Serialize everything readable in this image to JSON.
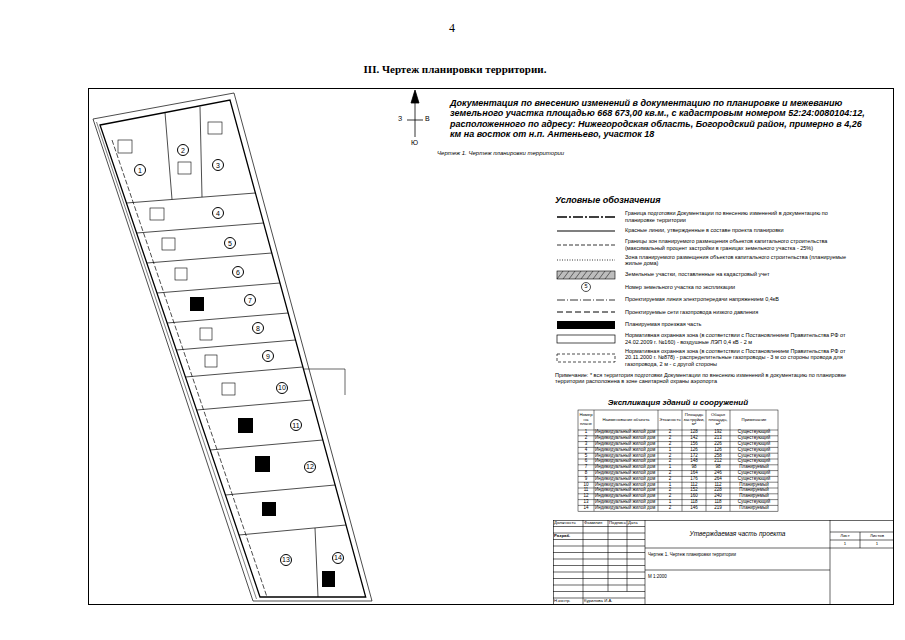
{
  "diagram": {
    "title": "III. Чертеж планировки территории.",
    "nodes": [
      {
        "text": [
          "1"
        ]
      },
      {
        "text": [
          "2"
        ]
      },
      {
        "text": [
          "3"
        ]
      },
      {
        "text": [
          "4"
        ]
      },
      {
        "text": [
          "5"
        ]
      },
      {
        "text": [
          "6"
        ]
      },
      {
        "text": [
          "7"
        ]
      },
      {
        "text": [
          "8"
        ]
      },
      {
        "text": [
          "9"
        ]
      },
      {
        "text": [
          "10"
        ]
      },
      {
        "text": [
          "11"
        ]
      },
      {
        "text": [
          "12"
        ]
      },
      {
        "text": [
          "13"
        ]
      },
      {
        "text": [
          "14"
        ]
      }
    ],
    "labels": [
      "4",
      "Документация по внесению изменений в документацию по планировке и межеванию земельного участка площадью 668 673,00 кв.м., с кадастровым номером 52:24:0080104:12, расположенного по адресу: Нижегородская область, Богородский район, примерно в 4,26 км на восток от н.п. Антеньево, участок 18",
      "Чертеж 1. Чертеж планировки территории",
      "З",
      "В",
      "Ю",
      "Условные обозначения",
      "5",
      "Примечание: * вся территория подготовки Документации по внесению изменений в документацию по планировке территории расположена в зоне санитарной охраны аэропорта",
      "Экспликация зданий и сооружений",
      "Номер на плане",
      "Наименование объекта",
      "Этажность",
      "Площадь застройки, м²",
      "Общая площадь, м²",
      "Примечание",
      "1",
      "Индивидуальный жилой дом",
      "2",
      "128",
      "192",
      "Существующий",
      "2",
      "Индивидуальный жилой дом",
      "2",
      "142",
      "213",
      "Существующий",
      "3",
      "Индивидуальный жилой дом",
      "2",
      "156",
      "226",
      "Существующий",
      "4",
      "Индивидуальный жилой дом",
      "1",
      "126",
      "126",
      "Существующий",
      "5",
      "Индивидуальный жилой дом",
      "2",
      "172",
      "258",
      "Существующий",
      "6",
      "Индивидуальный жилой дом",
      "2",
      "148",
      "212",
      "Существующий",
      "7",
      "Индивидуальный жилой дом",
      "1",
      "98",
      "98",
      "Планируемый",
      "8",
      "Индивидуальный жилой дом",
      "2",
      "164",
      "246",
      "Существующий",
      "9",
      "Индивидуальный жилой дом",
      "2",
      "176",
      "264",
      "Существующий",
      "10",
      "Индивидуальный жилой дом",
      "1",
      "112",
      "112",
      "Планируемый",
      "11",
      "Индивидуальный жилой дом",
      "2",
      "152",
      "228",
      "Планируемый",
      "12",
      "Индивидуальный жилой дом",
      "2",
      "160",
      "240",
      "Планируемый",
      "13",
      "Индивидуальный жилой дом",
      "1",
      "118",
      "118",
      "Существующий",
      "14",
      "Индивидуальный жилой дом",
      "2",
      "146",
      "219",
      "Планируемый",
      "Должность",
      "Фамилия",
      "Подпись",
      "Дата",
      "Разраб.",
      "Утверждаемая часть проекта",
      "Лист",
      "Листов",
      "1",
      "1",
      "Чертеж 1. Чертеж планировки территории",
      "М 1:2000",
      "Н.контр.",
      "Курилова И.А."
    ],
    "legend": [
      {
        "text": "Граница подготовки Документации по внесению изменений в документацию по планировке территории"
      },
      {
        "text": "Красные линии, утвержденные в составе проекта планировки"
      },
      {
        "text": "Границы зон планируемого размещения объектов капитального строительства (максимальный процент застройки в границах земельного участка - 25%)"
      },
      {
        "text": "Зона планируемого размещения объектов капитального строительства (планируемые жилые дома)"
      },
      {
        "text": "Земельные участки, поставленные на кадастровый учет"
      },
      {
        "text": "Номер земельного участка по экспликации"
      },
      {
        "text": "Проектируемая линия электропередачи напряжением 0,4кВ"
      },
      {
        "text": "Проектируемые сети газопровода низкого давления"
      },
      {
        "text": "Планируемая проезжая часть",
        "color": "#000000"
      },
      {
        "text": "Нормативная охранная зона (в соответствии с Постановлением Правительства РФ от 24.02.2009 г. №160) - воздушные ЛЭП 0,4 кВ - 2 м"
      },
      {
        "text": "Нормативная охранная зона (в соответствии с Постановлением Правительства РФ от 20.11.2000 г. №878) - распределительные газопроводы - 3 м со стороны провода для газопровода, 2 м - с другой стороны"
      }
    ]
  }
}
